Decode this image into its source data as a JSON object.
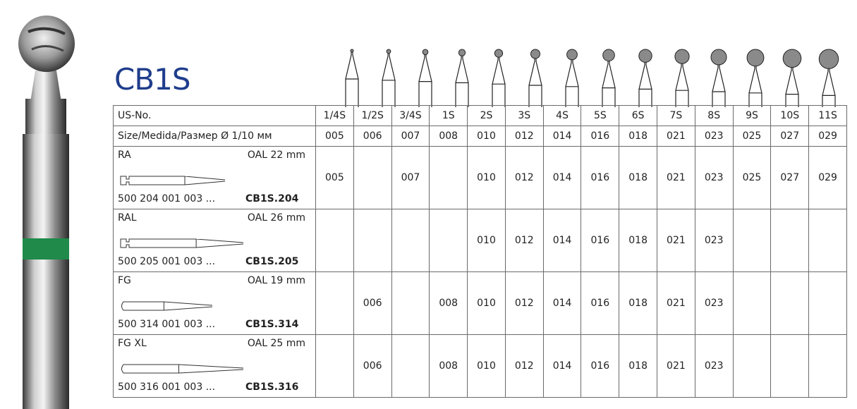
{
  "product_code": "CB1S",
  "header": {
    "us_label": "US-No.",
    "size_label": "Size/Medida/Размер Ø 1/10 мм",
    "us_numbers": [
      "1/4S",
      "1/2S",
      "3/4S",
      "1S",
      "2S",
      "3S",
      "4S",
      "5S",
      "6S",
      "7S",
      "8S",
      "9S",
      "10S",
      "11S"
    ],
    "sizes": [
      "005",
      "006",
      "007",
      "008",
      "010",
      "012",
      "014",
      "016",
      "018",
      "021",
      "023",
      "025",
      "027",
      "029"
    ]
  },
  "shanks": [
    {
      "name": "RA",
      "oal": "OAL  22 mm",
      "number": "500 204 001 003 ...",
      "code": "CB1S.204",
      "values": [
        "005",
        "",
        "007",
        "",
        "010",
        "012",
        "014",
        "016",
        "018",
        "021",
        "023",
        "025",
        "027",
        "029"
      ]
    },
    {
      "name": "RAL",
      "oal": "OAL  26 mm",
      "number": "500 205 001 003 ...",
      "code": "CB1S.205",
      "values": [
        "",
        "",
        "",
        "",
        "010",
        "012",
        "014",
        "016",
        "018",
        "021",
        "023",
        "",
        "",
        ""
      ]
    },
    {
      "name": "FG",
      "oal": "OAL  19 mm",
      "number": "500 314 001 003 ...",
      "code": "CB1S.314",
      "values": [
        "",
        "006",
        "",
        "008",
        "010",
        "012",
        "014",
        "016",
        "018",
        "021",
        "023",
        "",
        "",
        ""
      ]
    },
    {
      "name": "FG XL",
      "oal": "OAL  25 mm",
      "number": "500 316 001 003 ...",
      "code": "CB1S.316",
      "values": [
        "",
        "006",
        "",
        "008",
        "010",
        "012",
        "014",
        "016",
        "018",
        "021",
        "023",
        "",
        "",
        ""
      ]
    }
  ],
  "colors": {
    "title": "#1f3d8c",
    "ring": "#1f8a4a",
    "border": "#6a6a6a"
  },
  "icons": {
    "bur_photo": "round-bur-photo",
    "head_shapes": "bur-head-shape-icons",
    "shank_drawings": "shank-outline-icons"
  }
}
